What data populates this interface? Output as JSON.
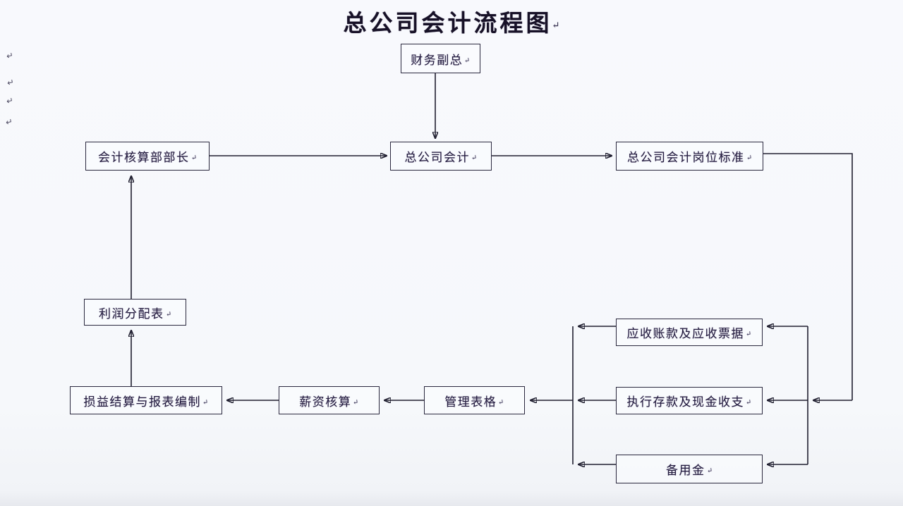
{
  "page": {
    "title": "总公司会计流程图",
    "background": "#f7f8fc",
    "ink_color": "#241c3f",
    "line_color": "#201f30"
  },
  "marks": {
    "return_glyph": "↵",
    "margin_mark_count": 4
  },
  "nodes": [
    {
      "id": "cfo",
      "label": "财务副总"
    },
    {
      "id": "dept-head",
      "label": "会计核算部部长"
    },
    {
      "id": "hq-accounting",
      "label": "总公司会计"
    },
    {
      "id": "position-standards",
      "label": "总公司会计岗位标准"
    },
    {
      "id": "profit-distribution",
      "label": "利润分配表"
    },
    {
      "id": "pnl-report",
      "label": "损益结算与报表编制"
    },
    {
      "id": "salary-accounting",
      "label": "薪资核算"
    },
    {
      "id": "management-forms",
      "label": "管理表格"
    },
    {
      "id": "receivables",
      "label": "应收账款及应收票据"
    },
    {
      "id": "deposits-cash",
      "label": "执行存款及现金收支"
    },
    {
      "id": "petty-cash",
      "label": "备用金"
    }
  ],
  "edges": [
    {
      "from": "财务副总",
      "to": "总公司会计"
    },
    {
      "from": "会计核算部部长",
      "to": "总公司会计"
    },
    {
      "from": "总公司会计",
      "to": "总公司会计岗位标准"
    },
    {
      "from": "总公司会计岗位标准",
      "to": "应收账款及应收票据"
    },
    {
      "from": "总公司会计岗位标准",
      "to": "执行存款及现金收支"
    },
    {
      "from": "总公司会计岗位标准",
      "to": "备用金"
    },
    {
      "from": "应收账款及应收票据",
      "to": "管理表格"
    },
    {
      "from": "执行存款及现金收支",
      "to": "管理表格"
    },
    {
      "from": "备用金",
      "to": "管理表格"
    },
    {
      "from": "管理表格",
      "to": "薪资核算"
    },
    {
      "from": "薪资核算",
      "to": "损益结算与报表编制"
    },
    {
      "from": "损益结算与报表编制",
      "to": "利润分配表"
    },
    {
      "from": "利润分配表",
      "to": "会计核算部部长"
    }
  ]
}
